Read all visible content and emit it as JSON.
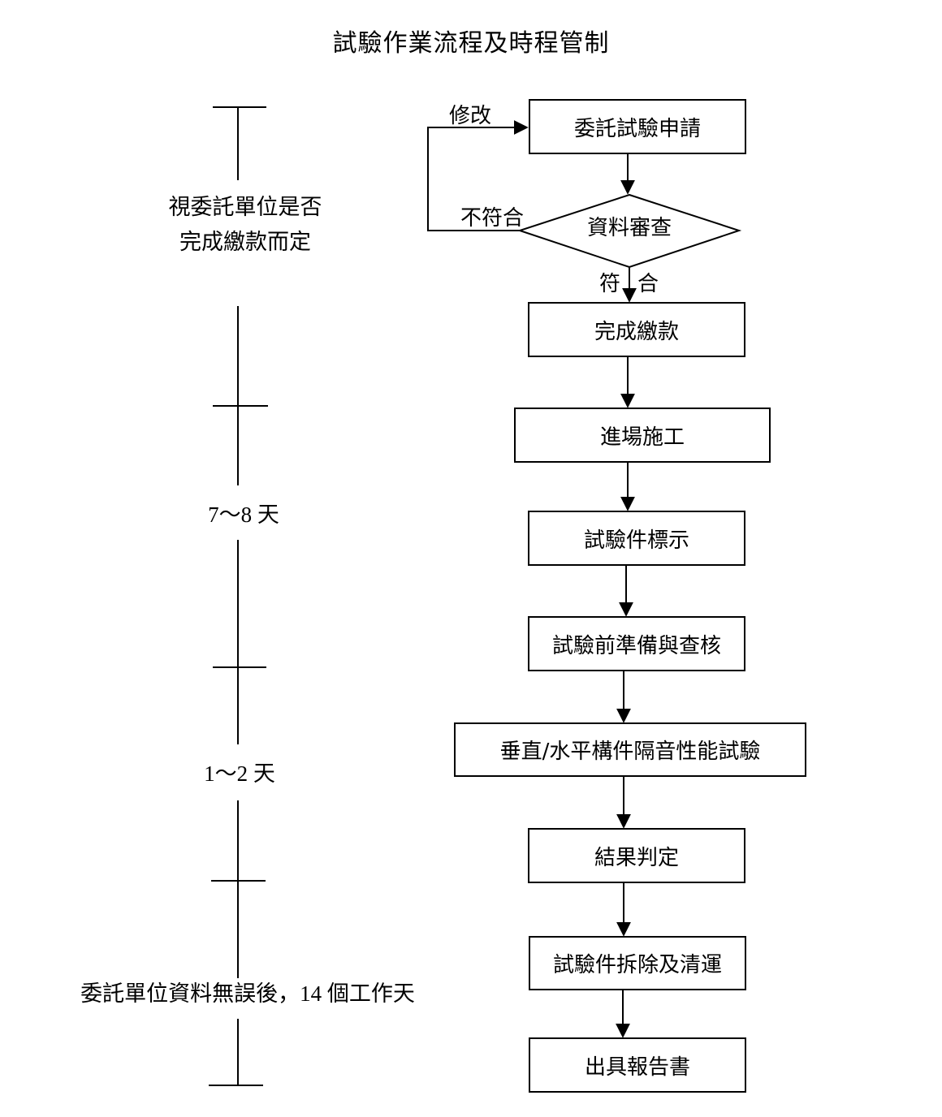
{
  "title": "試驗作業流程及時程管制",
  "steps": {
    "apply": "委託試驗申請",
    "review": "資料審查",
    "pay": "完成繳款",
    "construct": "進場施工",
    "label": "試驗件標示",
    "prepare": "試驗前準備與查核",
    "test": "垂直/水平構件隔音性能試驗",
    "judge": "結果判定",
    "remove": "試驗件拆除及清運",
    "report": "出具報告書"
  },
  "edges": {
    "revise": "修改",
    "fail": "不符合",
    "pass_left": "符",
    "pass_right": "合"
  },
  "timeline": {
    "seg1_line1": "視委託單位是否",
    "seg1_line2": "完成繳款而定",
    "seg2": "7～8 天",
    "seg3": "1～2 天",
    "total": "委託單位資料無誤後，14 個工作天"
  }
}
